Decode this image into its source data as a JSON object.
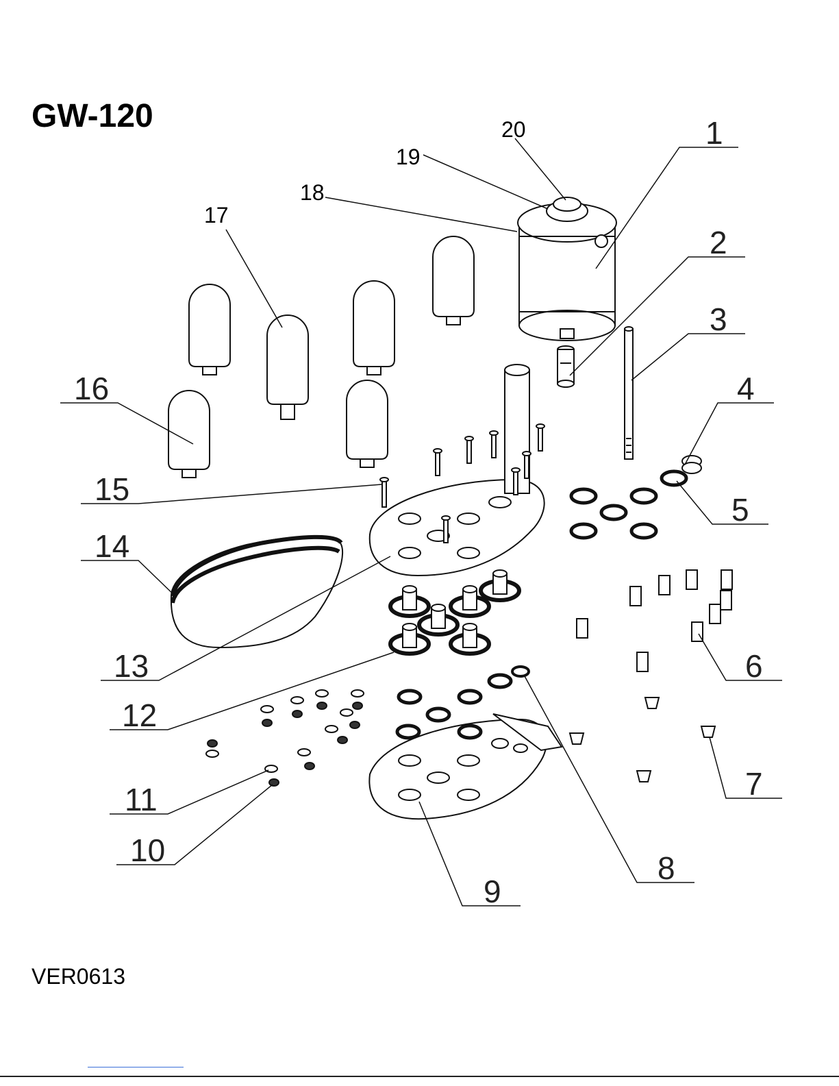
{
  "document": {
    "model": "GW-120",
    "version": "VER0613"
  },
  "callouts": [
    "1",
    "2",
    "3",
    "4",
    "5",
    "6",
    "7",
    "8",
    "9",
    "10",
    "11",
    "12",
    "13",
    "14",
    "15",
    "16",
    "17",
    "18",
    "19",
    "20"
  ],
  "colors": {
    "ink": "#000000",
    "paper": "#ffffff"
  }
}
